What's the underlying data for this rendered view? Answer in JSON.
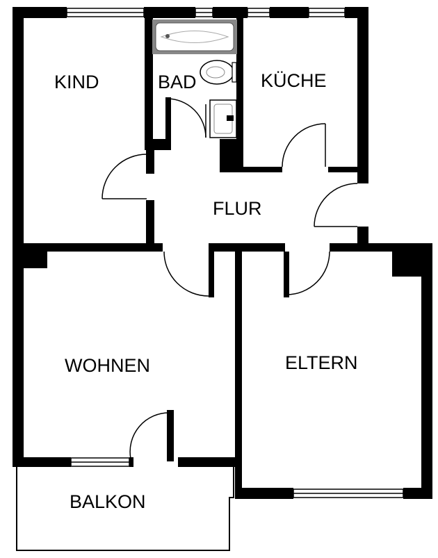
{
  "rooms": {
    "kind": "KIND",
    "bad": "BAD",
    "kueche": "KÜCHE",
    "flur": "FLUR",
    "wohnen": "WOHNEN",
    "eltern": "ELTERN",
    "balkon": "BALKON"
  }
}
